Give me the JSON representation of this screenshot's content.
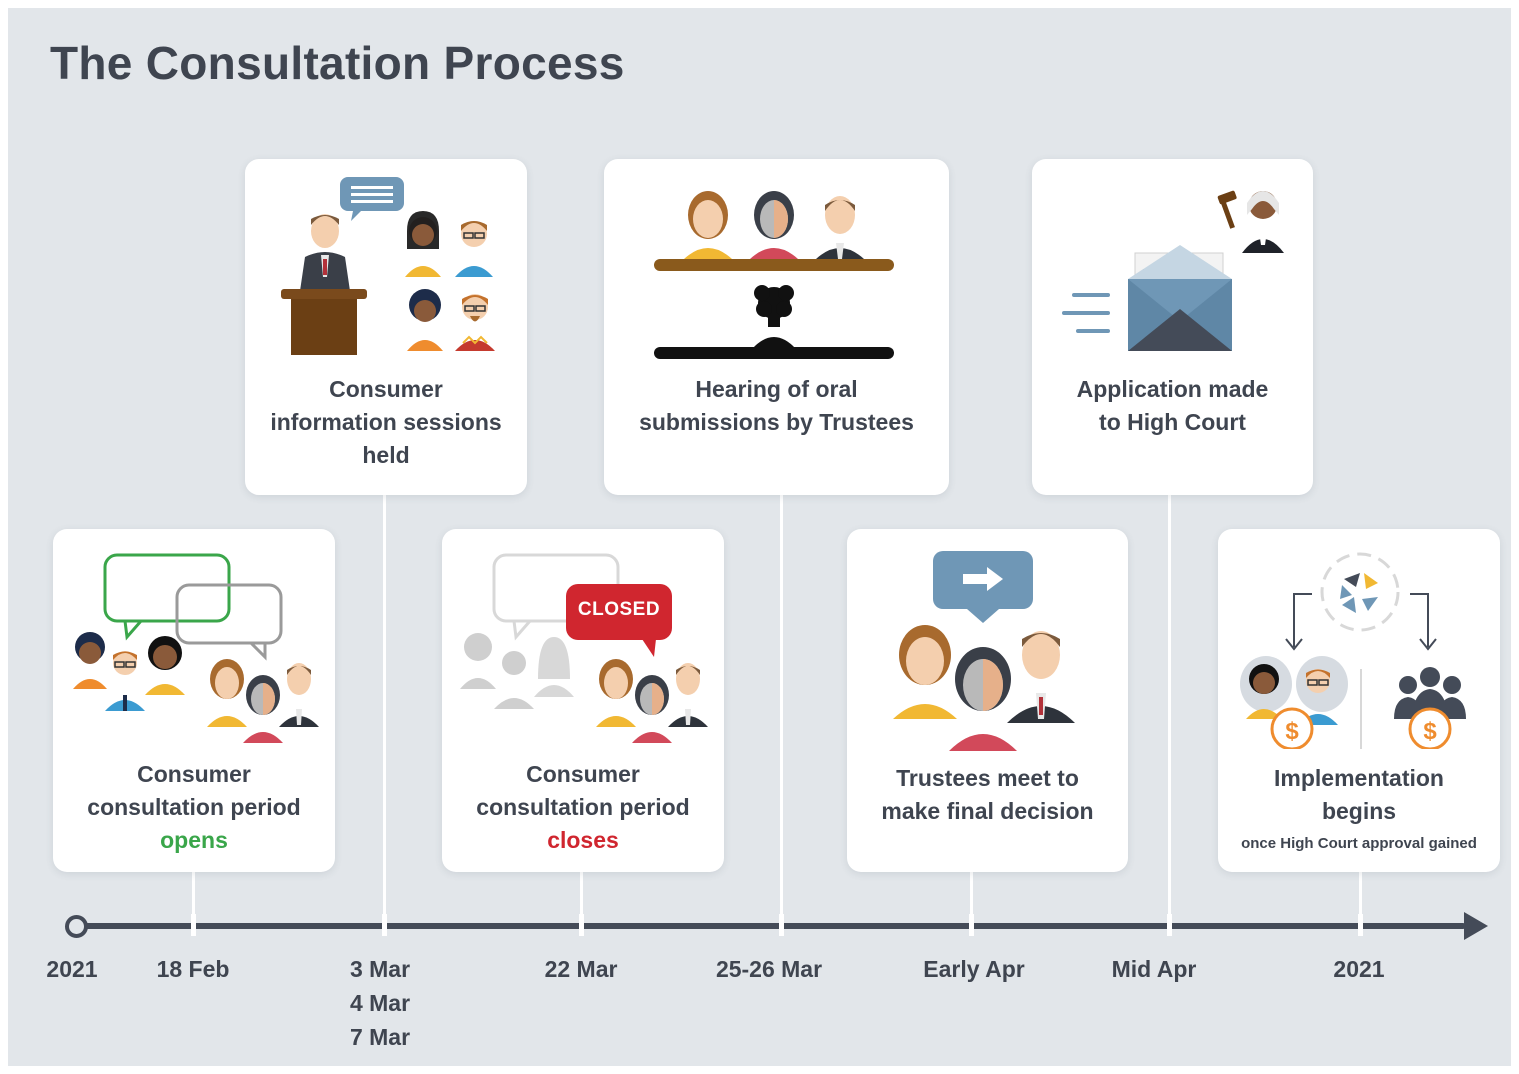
{
  "title": "The Consultation Process",
  "colors": {
    "background": "#e2e6ea",
    "axis": "#444b58",
    "text": "#3f4550",
    "accent_green": "#3aa64a",
    "accent_red": "#d0262f",
    "bubble_blue": "#6f97b6"
  },
  "timeline": {
    "dates": {
      "start": "2021",
      "d1": "18 Feb",
      "d2a": "3 Mar",
      "d2b": "4 Mar",
      "d2c": "7 Mar",
      "d3": "22 Mar",
      "d4": "25-26 Mar",
      "d5": "Early Apr",
      "d6": "Mid Apr",
      "d7": "2021"
    }
  },
  "cards": {
    "opens": {
      "line1": "Consumer",
      "line2": "consultation period",
      "highlight": "opens",
      "icon": "speech-bubbles-people-icon"
    },
    "sessions": {
      "line1": "Consumer",
      "line2": "information sessions",
      "line3": "held",
      "icon": "speaker-podium-audience-icon"
    },
    "closes": {
      "line1": "Consumer",
      "line2": "consultation period",
      "highlight": "closes",
      "badge": "CLOSED",
      "icon": "closed-bubble-people-icon"
    },
    "hearing": {
      "line1": "Hearing of oral",
      "line2": "submissions by Trustees",
      "icon": "trustee-panel-hearing-icon"
    },
    "decision": {
      "line1": "Trustees meet to",
      "line2": "make final decision",
      "icon": "trustees-meeting-icon"
    },
    "court": {
      "line1": "Application made",
      "line2": "to High Court",
      "icon": "envelope-judge-icon"
    },
    "implementation": {
      "line1": "Implementation",
      "line2": "begins",
      "note": "once High Court approval gained",
      "icon": "implementation-money-icon"
    }
  }
}
